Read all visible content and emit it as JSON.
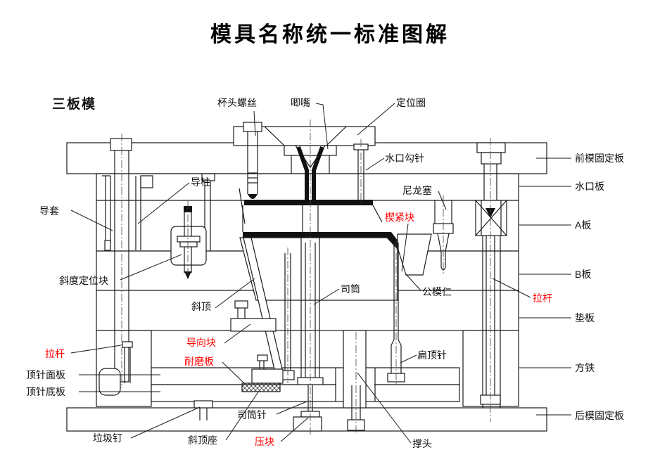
{
  "title": "模具名称统一标准图解",
  "mold_type": "三板模",
  "colors": {
    "line": "#1A1A1A",
    "text": "#111111",
    "highlight_red": "#FF0000",
    "background": "#FFFFFF"
  },
  "highlighted_labels": [
    "楔紧块",
    "拉杆",
    "导向块",
    "耐磨板",
    "压块"
  ],
  "labels": {
    "cup_head_screw": "杯头螺丝",
    "sprue_bushing": "唧嘴",
    "locating_ring": "定位圈",
    "sprue_puller_pin": "水口勾针",
    "top_clamp_plate": "前模固定板",
    "runner_plate": "水口板",
    "nylon_plug": "尼龙塞",
    "guide_pillar": "导柱",
    "guide_bushing": "导套",
    "wedge_block": "楔紧块",
    "a_plate": "A板",
    "taper_locating_block": "斜度定位块",
    "b_plate": "B板",
    "lifter": "斜顶",
    "ejector_sleeve": "司筒",
    "core_insert": "公模仁",
    "puller_rod_right": "拉杆",
    "support_plate": "垫板",
    "guide_block": "导向块",
    "puller_rod_left": "拉杆",
    "wear_plate": "耐磨板",
    "flat_ejector_pin": "扁顶针",
    "spacer_block": "方铁",
    "ejector_retainer_plate": "顶针面板",
    "ejector_base_plate": "顶针底板",
    "bottom_clamp_plate": "后模固定板",
    "stop_pin": "垃圾钉",
    "lifter_seat": "斜顶座",
    "ejector_sleeve_pin": "司筒针",
    "press_block": "压块",
    "support_pillar": "撑头"
  }
}
